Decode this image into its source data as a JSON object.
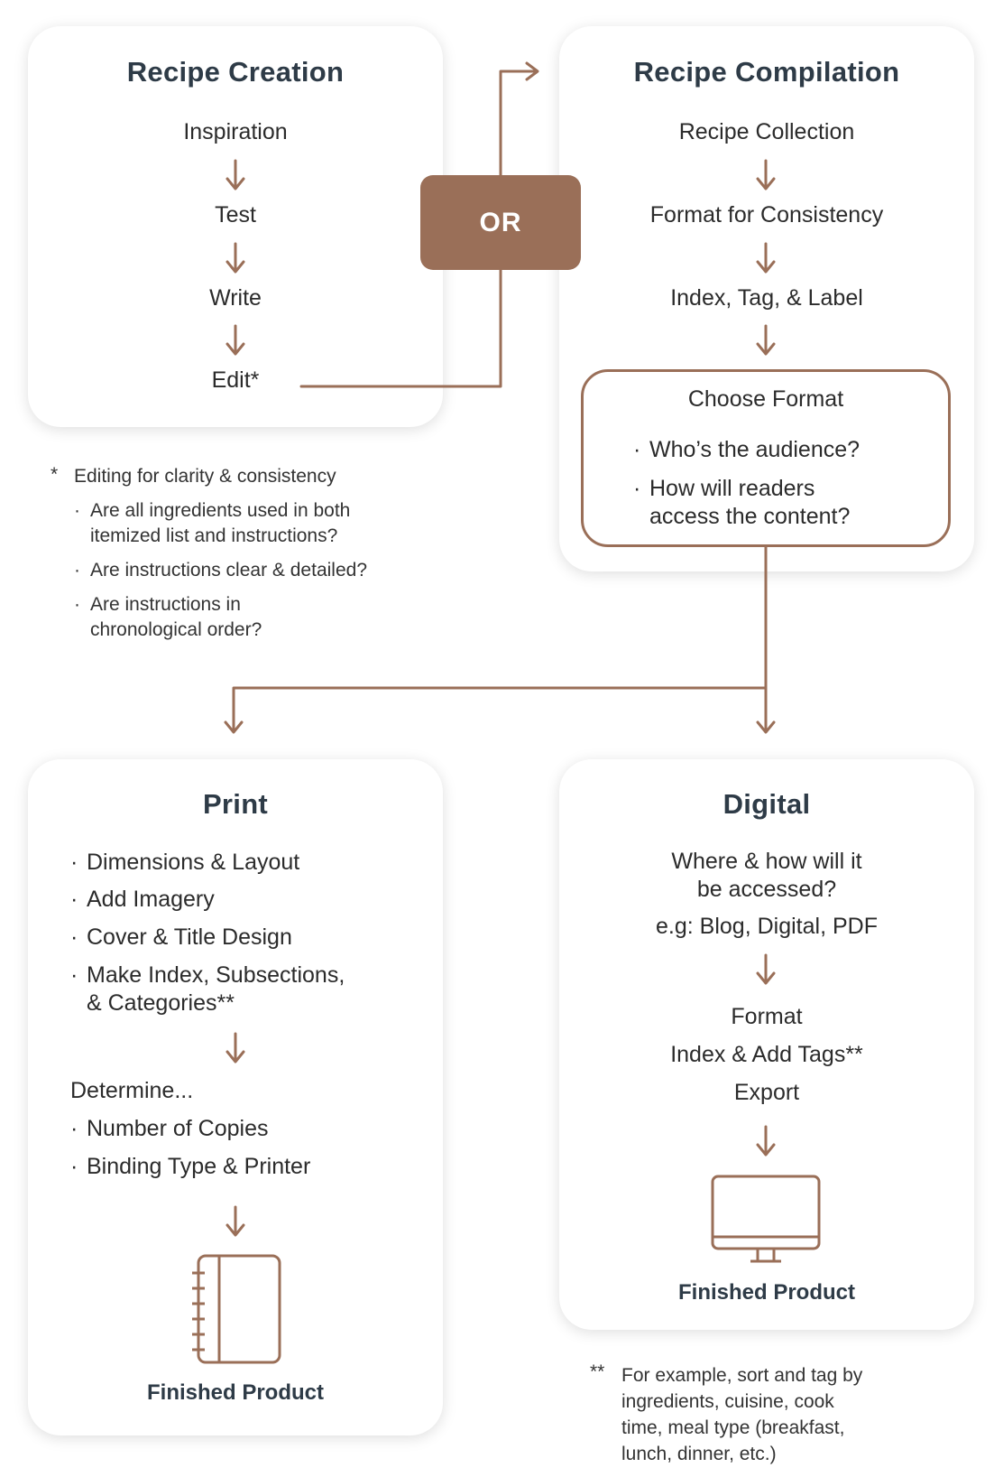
{
  "creation": {
    "title": "Recipe Creation",
    "steps": [
      "Inspiration",
      "Test",
      "Write",
      "Edit*"
    ]
  },
  "or_label": "OR",
  "compilation": {
    "title": "Recipe Compilation",
    "steps": [
      "Recipe Collection",
      "Format for Consistency",
      "Index, Tag, & Label"
    ],
    "choose_format": {
      "title": "Choose Format",
      "bullets": [
        "Who’s the audience?",
        "How will readers",
        "access the content?"
      ]
    }
  },
  "footnote1": {
    "marker": "*",
    "heading": "Editing for clarity & consistency",
    "lines": [
      "Are all ingredients used in both",
      "itemized list and instructions?",
      "Are instructions clear & detailed?",
      "Are instructions in",
      "chronological order?"
    ]
  },
  "print": {
    "title": "Print",
    "bullets": [
      "Dimensions & Layout",
      "Add Imagery",
      "Cover & Title Design",
      "Make Index, Subsections,",
      "& Categories**"
    ],
    "determine": "Determine...",
    "determine_bullets": [
      "Number of Copies",
      "Binding Type & Printer"
    ],
    "finished": "Finished Product",
    "icon": "notebook-icon"
  },
  "digital": {
    "title": "Digital",
    "question": [
      "Where & how will it",
      "be accessed?"
    ],
    "example": "e.g: Blog, Digital, PDF",
    "steps": [
      "Format",
      "Index & Add Tags**",
      "Export"
    ],
    "finished": "Finished Product",
    "icon": "monitor-icon"
  },
  "footnote2": {
    "marker": "**",
    "lines": [
      "For example, sort and tag by",
      "ingredients, cuisine, cook",
      "time, meal type (breakfast,",
      "lunch, dinner, etc.)"
    ]
  },
  "colors": {
    "accent": "#9a6f58",
    "title": "#2e3b47"
  }
}
